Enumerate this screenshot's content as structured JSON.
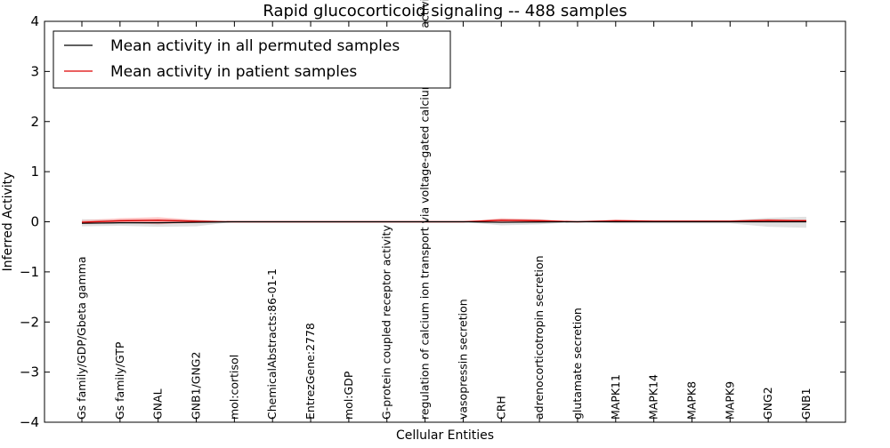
{
  "chart_data": {
    "type": "line",
    "title": "Rapid glucocorticoid signaling -- 488 samples",
    "xlabel": "Cellular Entities",
    "ylabel": "Inferred Activity",
    "ylim": [
      -4,
      4
    ],
    "yticks": [
      4,
      3,
      2,
      1,
      0,
      -1,
      -2,
      -3,
      -4
    ],
    "ytick_labels": [
      "4",
      "3",
      "2",
      "1",
      "0",
      "−1",
      "−2",
      "−3",
      "−4"
    ],
    "categories": [
      "Gs family/GDP/Gbeta gamma",
      "Gs family/GTP",
      "GNAL",
      "GNB1/GNG2",
      "mol:cortisol",
      "ChemicalAbstracts:86-01-1",
      "EntrezGene:2778",
      "mol:GDP",
      "G-protein coupled receptor activity",
      "regulation of calcium ion transport via voltage-gated calcium channel activity",
      "vasopressin secretion",
      "CRH",
      "adrenocorticotropin secretion",
      "glutamate secretion",
      "MAPK11",
      "MAPK14",
      "MAPK8",
      "MAPK9",
      "GNG2",
      "GNB1"
    ],
    "series": [
      {
        "name": "Mean activity in all permuted samples",
        "color": "#000000",
        "values": [
          -0.03,
          -0.02,
          -0.02,
          -0.01,
          0.0,
          0.0,
          0.0,
          0.0,
          0.0,
          0.0,
          0.0,
          -0.01,
          -0.005,
          0.0,
          0.0,
          0.0,
          0.0,
          0.0,
          0.0,
          0.0
        ]
      },
      {
        "name": "Mean activity in patient samples",
        "color": "#dd0000",
        "values": [
          -0.01,
          0.02,
          0.03,
          0.01,
          0.0,
          0.0,
          0.0,
          0.0,
          0.0,
          0.0,
          0.0,
          0.03,
          0.02,
          0.0,
          0.02,
          0.01,
          0.01,
          0.01,
          0.03,
          0.02
        ]
      }
    ],
    "bands": [
      {
        "of": "Mean activity in all permuted samples",
        "color": "#aaaaaa",
        "lower": [
          -0.09,
          -0.08,
          -0.1,
          -0.09,
          0.0,
          0.0,
          0.0,
          0.0,
          0.0,
          0.0,
          0.0,
          -0.07,
          -0.05,
          0.0,
          -0.03,
          -0.03,
          -0.03,
          -0.03,
          -0.1,
          -0.12
        ],
        "upper": [
          0.05,
          0.04,
          0.05,
          0.04,
          0.0,
          0.0,
          0.0,
          0.0,
          0.0,
          0.0,
          0.0,
          0.06,
          0.05,
          0.0,
          0.03,
          0.03,
          0.03,
          0.03,
          0.08,
          0.1
        ]
      },
      {
        "of": "Mean activity in patient samples",
        "color": "#ff8080",
        "lower": [
          -0.04,
          -0.02,
          -0.05,
          -0.02,
          0.0,
          0.0,
          0.0,
          0.0,
          0.0,
          0.0,
          0.0,
          -0.02,
          -0.01,
          0.0,
          -0.01,
          -0.01,
          -0.01,
          -0.01,
          -0.01,
          -0.01
        ],
        "upper": [
          0.03,
          0.07,
          0.09,
          0.04,
          0.0,
          0.0,
          0.0,
          0.0,
          0.0,
          0.0,
          0.0,
          0.07,
          0.05,
          0.0,
          0.04,
          0.03,
          0.03,
          0.03,
          0.05,
          0.04
        ]
      }
    ],
    "grid": false,
    "legend_position": "top-left"
  }
}
